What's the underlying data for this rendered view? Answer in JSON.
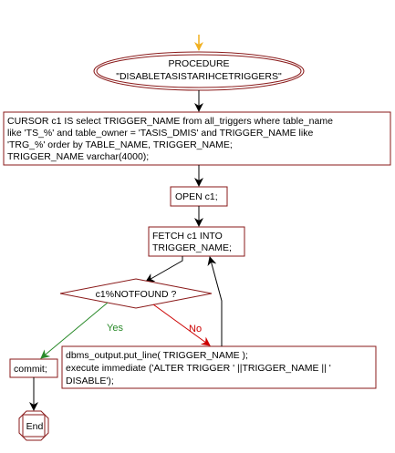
{
  "diagram": {
    "start_node": {
      "line1": "PROCEDURE",
      "line2": "\"DISABLETASISTARIHCETRIGGERS\""
    },
    "declare_node": {
      "line1": "CURSOR c1 IS select TRIGGER_NAME from all_triggers where table_name",
      "line2": "like 'TS_%' and table_owner = 'TASIS_DMIS' and TRIGGER_NAME like",
      "line3": "'TRG_%' order by TABLE_NAME, TRIGGER_NAME;",
      "line4": "TRIGGER_NAME varchar(4000);"
    },
    "open_node": {
      "label": "OPEN c1;"
    },
    "fetch_node": {
      "line1": "FETCH c1 INTO",
      "line2": "TRIGGER_NAME;"
    },
    "decision_node": {
      "label": "c1%NOTFOUND ?"
    },
    "yes_label": "Yes",
    "no_label": "No",
    "body_node": {
      "line1": "dbms_output.put_line( TRIGGER_NAME );",
      "line2": "execute immediate ('ALTER TRIGGER ' ||TRIGGER_NAME || '",
      "line3": "DISABLE');"
    },
    "commit_node": {
      "label": "commit;"
    },
    "end_node": {
      "label": "End"
    },
    "colors": {
      "start_arrow": "#f0b020",
      "node_border": "#8a1a1a",
      "flow_line": "#000000",
      "yes_color": "#2a8a2a",
      "no_color": "#cc0000"
    }
  }
}
